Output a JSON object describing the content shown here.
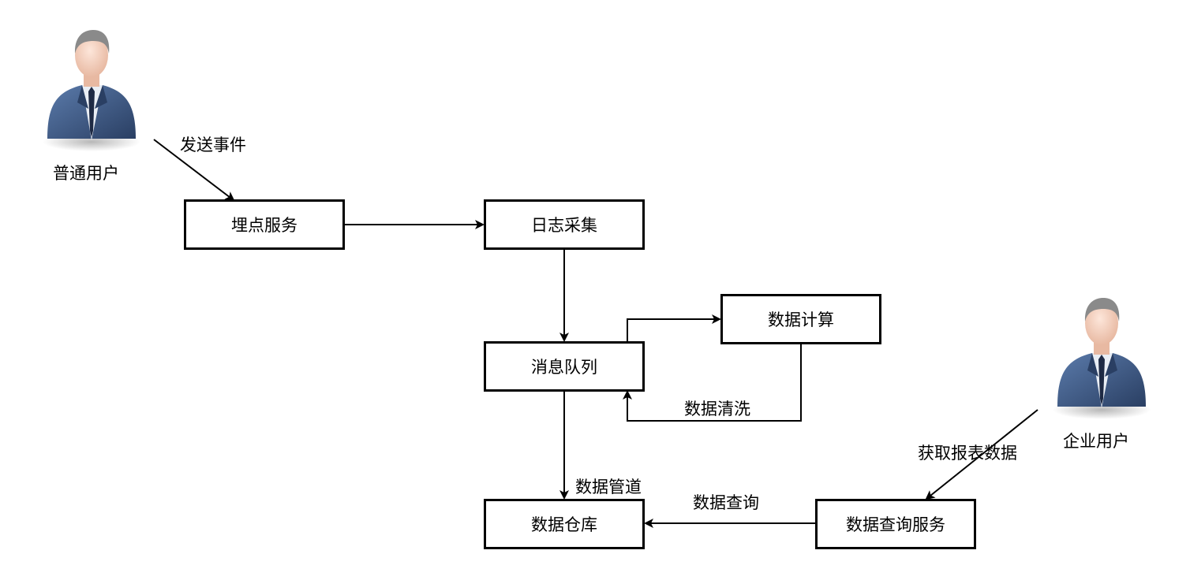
{
  "actors": {
    "regular_user": "普通用户",
    "enterprise_user": "企业用户"
  },
  "nodes": {
    "tracking_service": "埋点服务",
    "log_collection": "日志采集",
    "message_queue": "消息队列",
    "data_compute": "数据计算",
    "data_warehouse": "数据仓库",
    "query_service": "数据查询服务"
  },
  "edges": {
    "send_event": "发送事件",
    "data_cleaning": "数据清洗",
    "data_pipeline": "数据管道",
    "data_query": "数据查询",
    "get_report": "获取报表数据"
  },
  "colors": {
    "suit": "#3d5a85",
    "suit_dark": "#2a3f63",
    "skin": "#f3d2c0",
    "hair": "#8a8a8a",
    "tie": "#1e2a44",
    "line": "#000000"
  }
}
